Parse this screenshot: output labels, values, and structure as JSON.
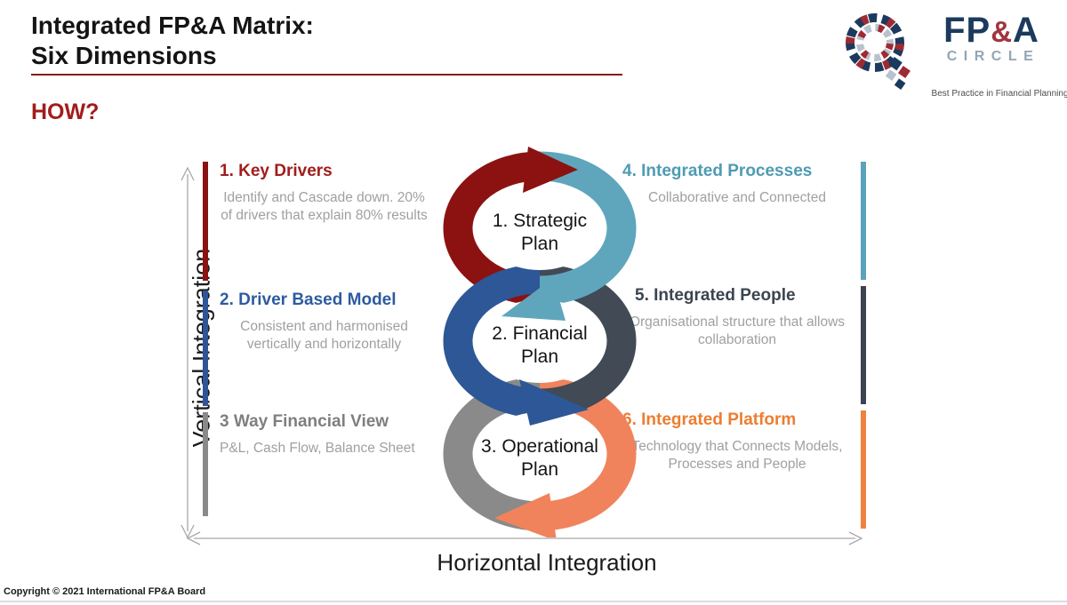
{
  "header": {
    "title_line1": "Integrated FP&A Matrix:",
    "title_line2": "Six Dimensions",
    "how_label": "HOW?"
  },
  "logo": {
    "fp": "FP",
    "amp": "&",
    "a": "A",
    "circle": "CIRCLE",
    "tagline": "Best Practice in Financial Planning and Analysis"
  },
  "axes": {
    "vertical_label": "Vertical Integration",
    "horizontal_label": "Horizontal Integration"
  },
  "left_sections": [
    {
      "title": "1. Key Drivers",
      "body": "Identify and Cascade down. 20%  of drivers that explain 80% results"
    },
    {
      "title": "2. Driver Based Model",
      "body": "Consistent and harmonised vertically and horizontally"
    },
    {
      "title": "3 Way Financial View",
      "body": "P&L, Cash Flow, Balance Sheet"
    }
  ],
  "right_sections": [
    {
      "title": "4. Integrated Processes",
      "body": "Collaborative and Connected"
    },
    {
      "title": "5. Integrated People",
      "body": "Organisational structure that allows collaboration"
    },
    {
      "title": "6. Integrated Platform",
      "body": "Technology that Connects Models, Processes and People"
    }
  ],
  "rings": [
    {
      "line1": "1. Strategic",
      "line2": "Plan",
      "left_color": "#8C1212",
      "right_color": "#5FA6BD"
    },
    {
      "line1": "2. Financial",
      "line2": "Plan",
      "left_color": "#2D5796",
      "right_color": "#414A55"
    },
    {
      "line1": "3. Operational",
      "line2": "Plan",
      "left_color": "#8A8A8A",
      "right_color": "#F0835C"
    }
  ],
  "colors": {
    "ring_red": "#8C1212",
    "ring_teal": "#5FA6BD",
    "ring_blue": "#2D5796",
    "ring_charcoal": "#414A55",
    "ring_gray": "#8A8A8A",
    "ring_orange": "#F0835C",
    "heading_red": "#A11D1D",
    "heading_blue": "#2E5B9F",
    "heading_gray": "#7F7F7F",
    "heading_teal": "#4E9BB4",
    "heading_charcoal": "#3B4450",
    "heading_orange": "#ED7D31",
    "body_gray": "#A0A0A0",
    "title_underline_red": "#8B1A1A",
    "logo_navy": "#1C3A5E",
    "logo_red": "#A03540",
    "logo_slate": "#93A6B5",
    "axis_gray": "#A8A8A8"
  },
  "footer": {
    "copyright": "Copyright © 2021 International  FP&A Board"
  }
}
